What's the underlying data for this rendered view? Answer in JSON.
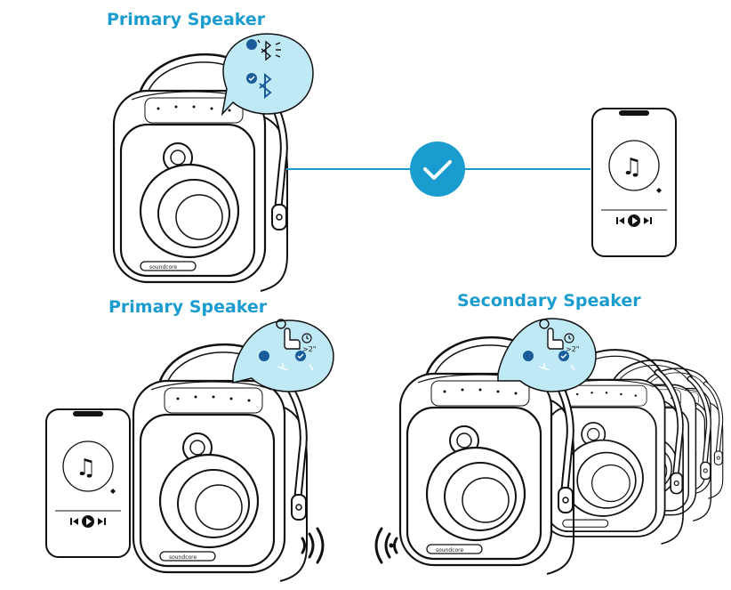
{
  "labels": {
    "primary_top": "Primary Speaker",
    "primary_bottom": "Primary Speaker",
    "secondary": "Secondary Speaker"
  },
  "callouts": {
    "hold_time": ">2\"",
    "hold_time_secondary": ">2\""
  },
  "speaker_brand": "soundcore",
  "colors": {
    "accent": "#1a9ccf",
    "bubble_fill": "#bfe9f5",
    "line": "#111111"
  },
  "icons": [
    "bluetooth-icon",
    "check-icon",
    "music-note-icon",
    "play-icon",
    "prev-icon",
    "next-icon",
    "hand-press-icon",
    "clock-icon",
    "wave-icon"
  ]
}
